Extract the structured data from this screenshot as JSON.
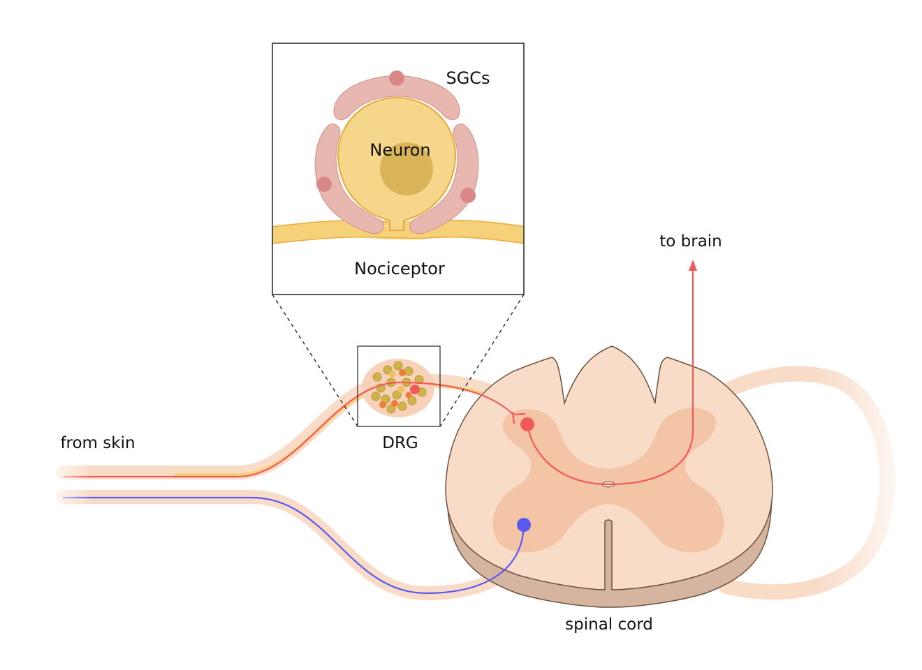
{
  "labels": {
    "sgcs": "SGCs",
    "neuron": "Neuron",
    "nociceptor": "Nociceptor",
    "to_brain": "to brain",
    "drg": "DRG",
    "from_skin": "from skin",
    "spinal_cord": "spinal cord"
  },
  "colors": {
    "sensory_pathway": "#f05a5a",
    "motor_pathway": "#5a5af0",
    "nerve_sheath": "#f8dcc8",
    "nociceptor_fiber": "#f5d27a",
    "neuron_body": "#f5d68a",
    "neuron_outline": "#e8a838",
    "nucleus": "#d9b458",
    "sgc": "#e8b8b0",
    "sgc_nucleus": "#d98888",
    "spinal_cord_white": "#f8dcc8",
    "spinal_cord_gray": "#f3c4a6",
    "spinal_cord_edge": "#d5b5a0",
    "outline": "#6b5040"
  }
}
